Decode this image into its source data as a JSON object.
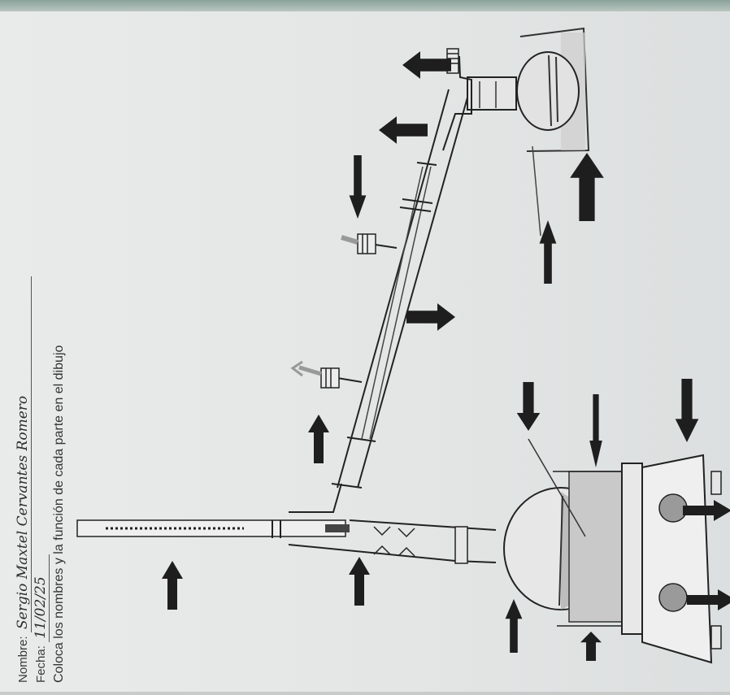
{
  "header": {
    "name_label": "Nombre:",
    "name_value": "Sergio Maxtel Cervantes Romero",
    "date_label": "Fecha:",
    "date_value": "11/02/25",
    "instruction": "Coloca los nombres y la función de cada parte en el dibujo"
  },
  "colors": {
    "paper": "#e6e7e7",
    "ink": "#222222",
    "glass": "#8c8c8c",
    "liquid": "#b8b8b8"
  },
  "icons": [
    "arrow-icon",
    "distillation-apparatus"
  ]
}
